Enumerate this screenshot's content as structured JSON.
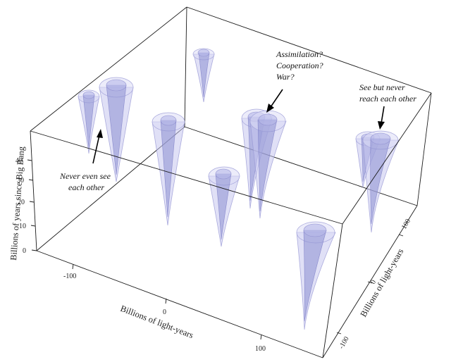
{
  "axes": {
    "vertical_label": "Billions of years since Big Bang",
    "x_label": "Billions of light-years",
    "y_label": "Billions of light-years",
    "vertical_ticks": [
      "0",
      "10",
      "20",
      "30",
      "40"
    ],
    "x_ticks": [
      "-100",
      "0",
      "100"
    ],
    "y_ticks": [
      "-100",
      "0",
      "100"
    ]
  },
  "annotations": {
    "never_see_line1": "Never even see",
    "never_see_line2": "each other",
    "assimilation_line1": "Assimilation?",
    "assimilation_line2": "Cooperation?",
    "assimilation_line3": "War?",
    "see_never_reach_line1": "See but never",
    "see_never_reach_line2": "reach each other"
  },
  "colors": {
    "cone_outer": "#c6c6ee",
    "cone_inner": "#8d8fd2",
    "box": "#1a1a1a"
  }
}
